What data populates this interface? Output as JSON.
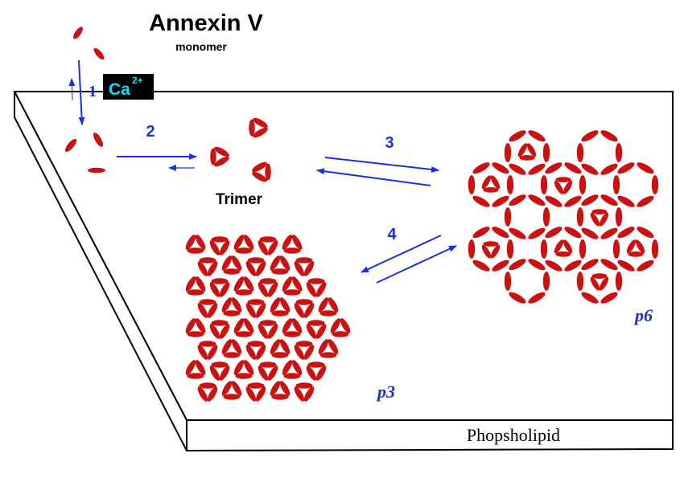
{
  "title": "Annexin V",
  "subtitle": "monomer",
  "step1": "1",
  "step2": "2",
  "step3": "3",
  "step4": "4",
  "ion": {
    "symbol": "Ca",
    "charge": "2+"
  },
  "trimer_label": "Trimer",
  "p3_label": "p3",
  "p6_label": "p6",
  "membrane_label": "Phopsholipid",
  "colors": {
    "protein": "#cc1111",
    "arrow": "#1a2fe0",
    "ion_box": "#000000",
    "ion_text": "#00e5ff",
    "lattice_label": "#1a2fd0"
  }
}
